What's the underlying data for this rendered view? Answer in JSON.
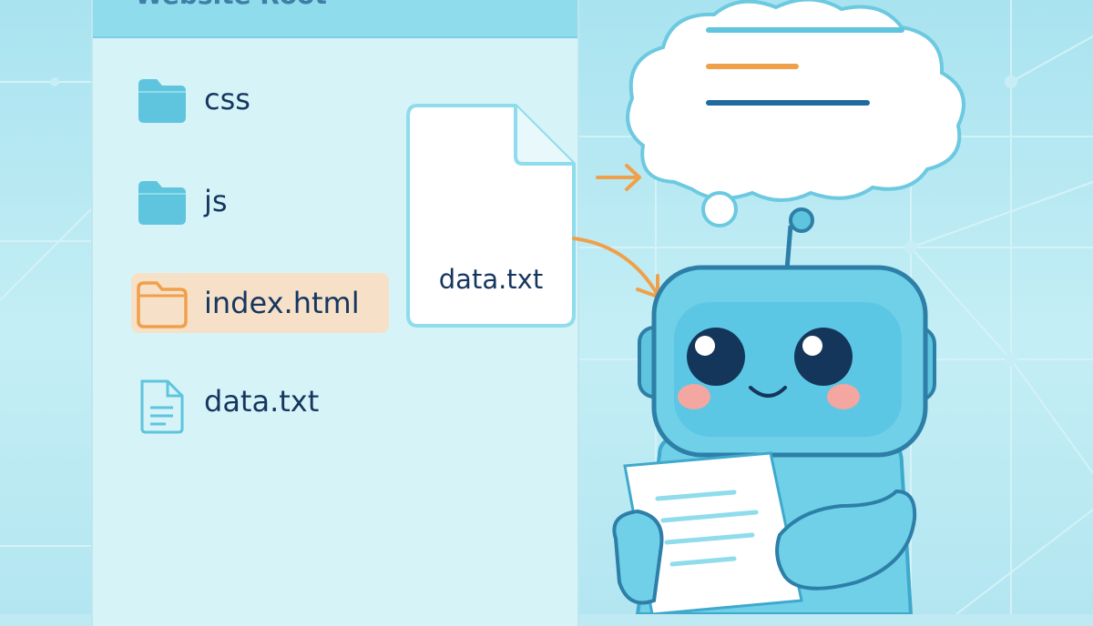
{
  "panel": {
    "title": "Website Root",
    "items": [
      {
        "label": "css",
        "icon": "folder-icon"
      },
      {
        "label": "js",
        "icon": "folder-icon"
      },
      {
        "label": "index.html",
        "icon": "folder-icon",
        "highlighted": true
      },
      {
        "label": "data.txt",
        "icon": "file-icon"
      }
    ]
  },
  "doc_card": {
    "label": "data.txt",
    "icon": "document-icon"
  },
  "colors": {
    "background": "#bfe9f3",
    "panel": "#d6f4f8",
    "header": "#8fdcec",
    "folder": "#5fc4de",
    "highlight": "#f6e1c8",
    "accent_orange": "#f0a04b",
    "text_dark": "#16365f",
    "robot_body": "#6fd0e8"
  }
}
